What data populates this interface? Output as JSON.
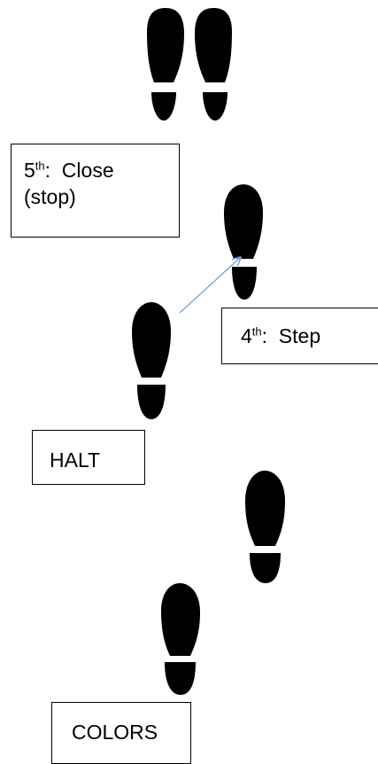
{
  "labels": {
    "close": {
      "ordinal_number": "5",
      "ordinal_suffix": "th",
      "text_line1": ":  Close",
      "text_line2": "(stop)"
    },
    "step": {
      "ordinal_number": "4",
      "ordinal_suffix": "th",
      "text": ":  Step"
    },
    "halt": {
      "text": "HALT"
    },
    "colors": {
      "text": "COLORS"
    }
  },
  "colors": {
    "footprint": "#000000",
    "arrow": "#7ea3d6",
    "box_border": "#000000",
    "background": "#ffffff"
  },
  "icons": [
    "footprint-icon"
  ]
}
